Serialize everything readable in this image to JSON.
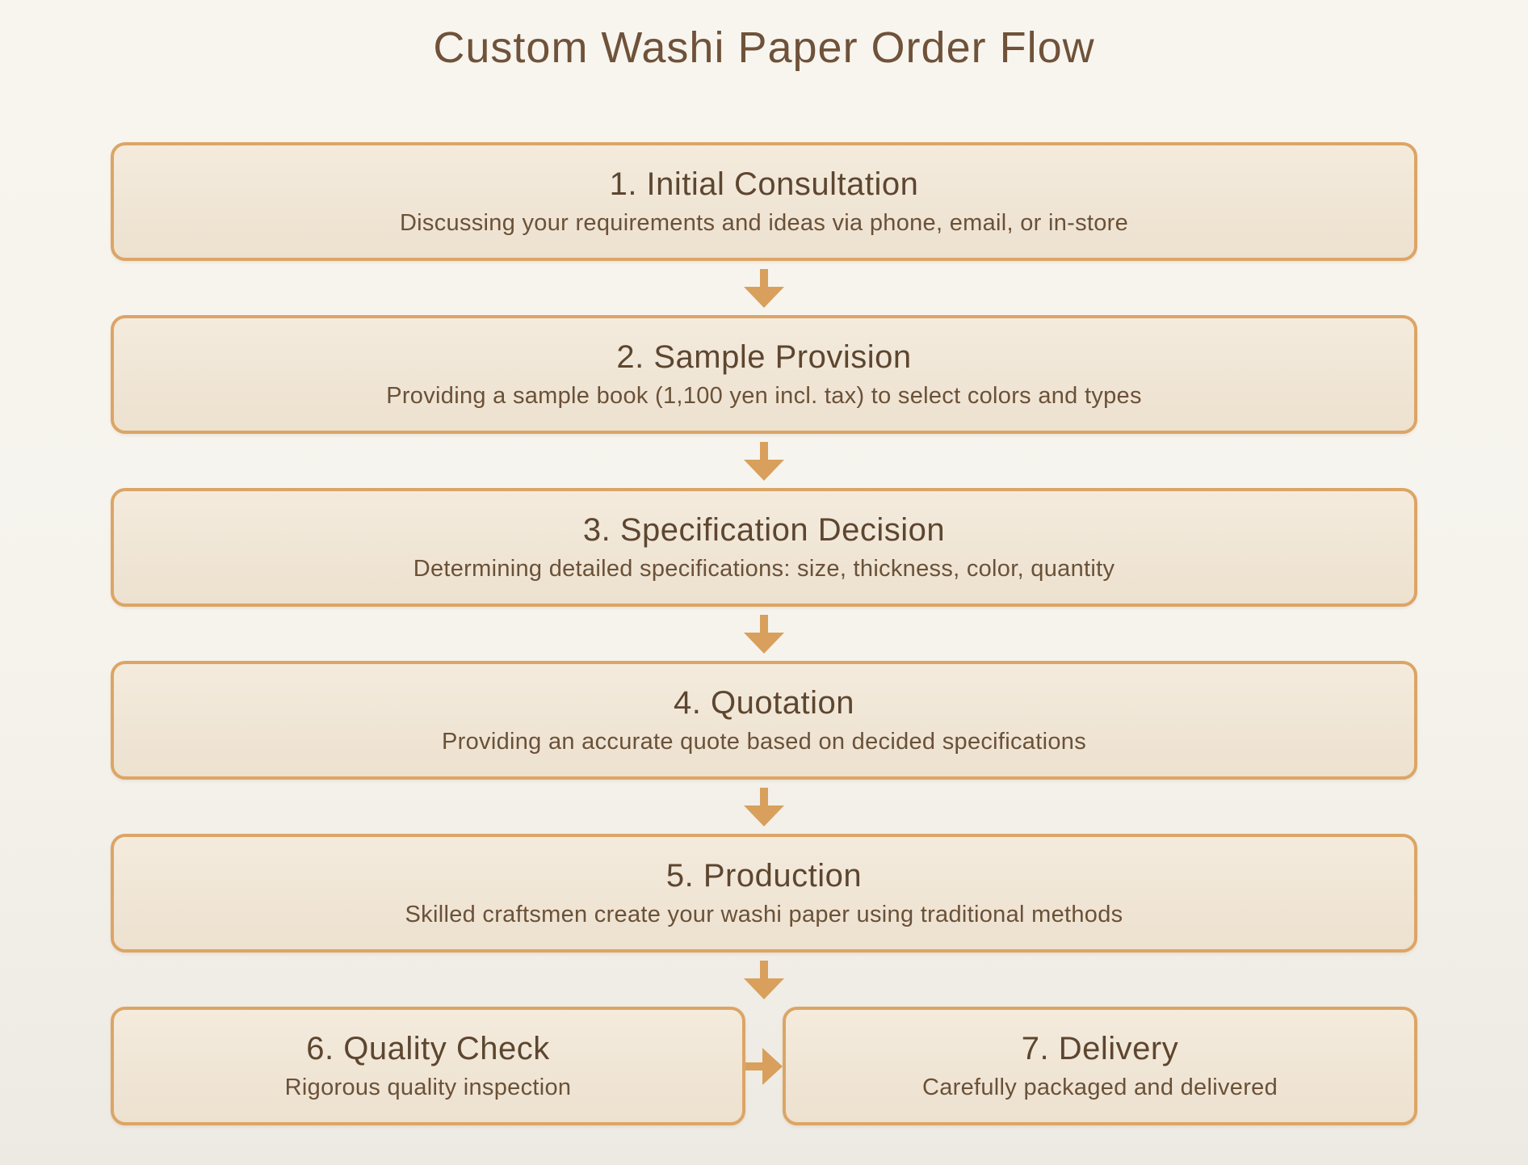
{
  "title": "Custom Washi Paper Order Flow",
  "steps": [
    {
      "title": "1. Initial Consultation",
      "description": "Discussing your requirements and ideas via phone, email, or in-store"
    },
    {
      "title": "2. Sample Provision",
      "description": "Providing a sample book (1,100 yen incl. tax) to select colors and types"
    },
    {
      "title": "3. Specification Decision",
      "description": "Determining detailed specifications: size, thickness, color, quantity"
    },
    {
      "title": "4. Quotation",
      "description": "Providing an accurate quote based on decided specifications"
    },
    {
      "title": "5. Production",
      "description": "Skilled craftsmen create your washi paper using traditional methods"
    },
    {
      "title": "6. Quality Check",
      "description": "Rigorous quality inspection"
    },
    {
      "title": "7. Delivery",
      "description": "Carefully packaged and delivered"
    }
  ],
  "icons": {
    "arrow_down": "css-triangle-down",
    "arrow_right": "css-triangle-right"
  },
  "colors": {
    "background": "#f7f4ee",
    "box_border": "#dca566",
    "box_fill_top": "#f4ebdd",
    "box_fill_bottom": "#ede1cf",
    "arrow": "#d8a05c",
    "heading_text": "#6f5239",
    "step_title_text": "#5d4630",
    "step_description_text": "#6a5138"
  }
}
